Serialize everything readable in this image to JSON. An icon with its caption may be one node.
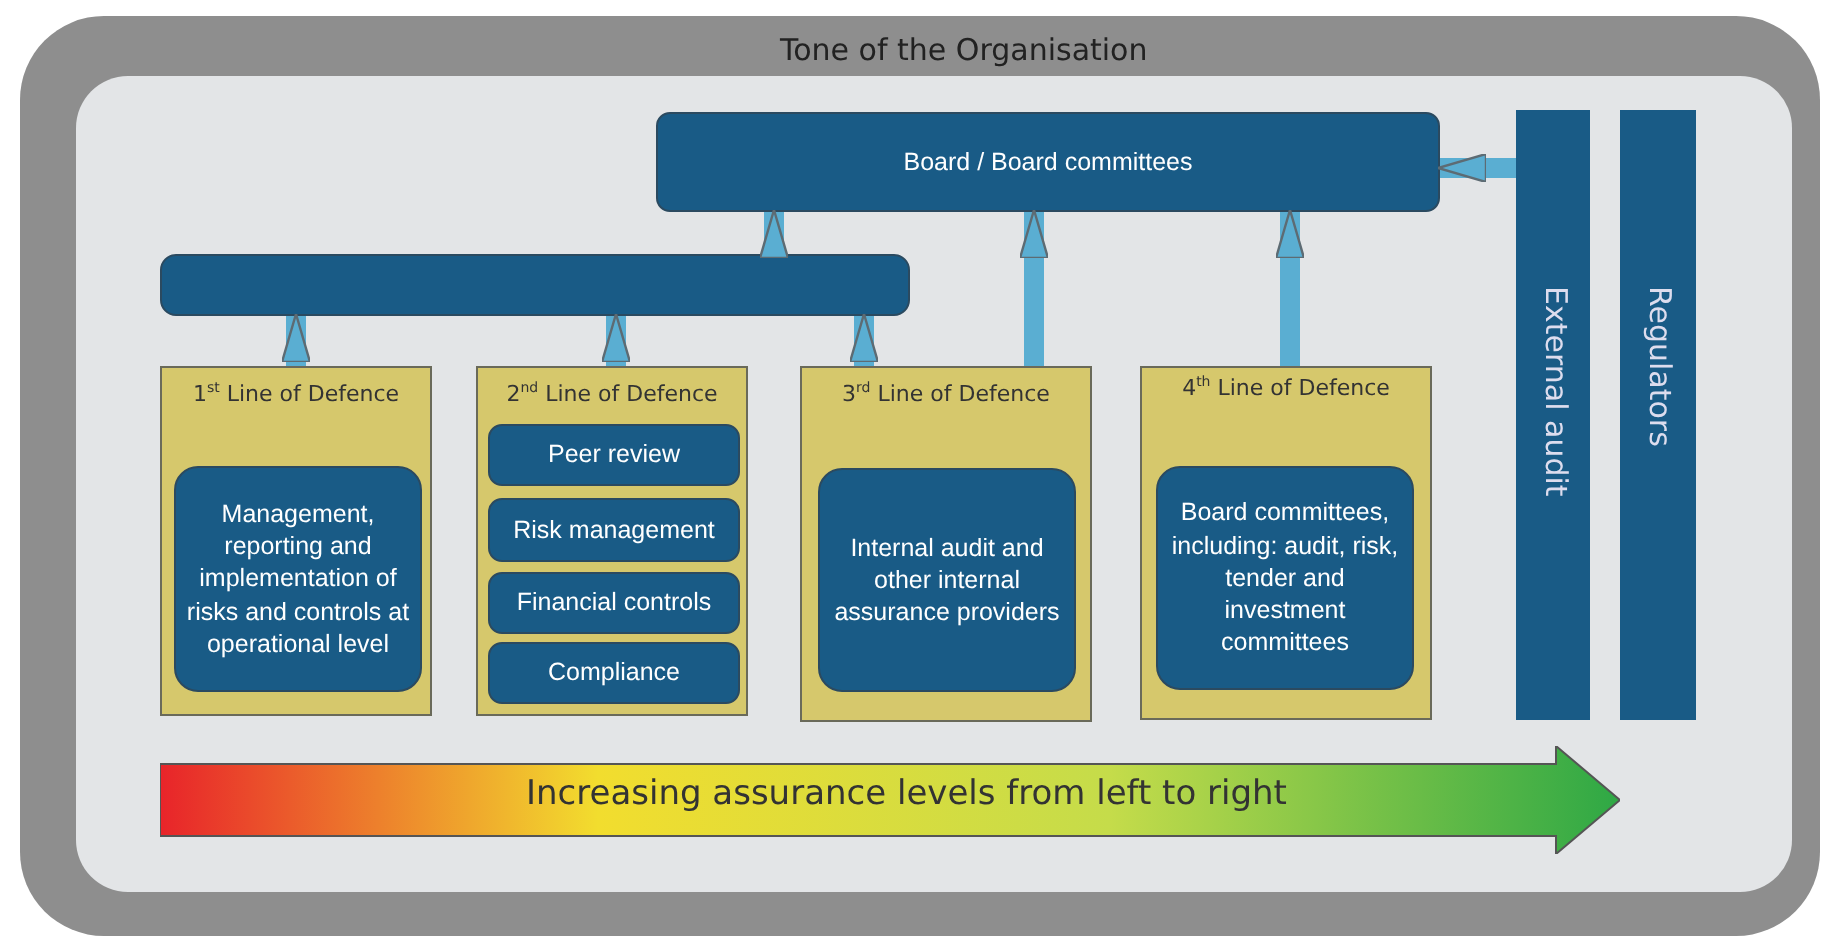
{
  "diagram": {
    "nodes": [
      {
        "text": [
          "Tone of the Organisation"
        ]
      },
      {
        "text": [
          "Board / Board committees"
        ],
        "in": 0
      },
      {
        "text": [],
        "shape": "bar",
        "in": 0
      },
      {
        "text": [
          "1$^{st}$ Line of Defence"
        ],
        "in": 0
      },
      {
        "text": [
          "Management, reporting and implementation of risks and controls at operational level"
        ],
        "in": 3
      },
      {
        "text": [
          "2$^{nd}$ Line of Defence"
        ],
        "in": 0
      },
      {
        "text": [
          "Peer review"
        ],
        "in": 5
      },
      {
        "text": [
          "Risk management"
        ],
        "in": 5
      },
      {
        "text": [
          "Financial controls"
        ],
        "in": 5
      },
      {
        "text": [
          "Compliance"
        ],
        "in": 5
      },
      {
        "text": [
          "3$^{rd}$ Line of Defence"
        ],
        "in": 0
      },
      {
        "text": [
          "Internal audit and other internal assurance providers"
        ],
        "in": 10
      },
      {
        "text": [
          "4$^{th}$ Line of Defence"
        ],
        "in": 0
      },
      {
        "text": [
          "Board committees, including: audit, risk, tender and investment committees"
        ],
        "in": 12
      },
      {
        "text": [
          "External audit"
        ],
        "in": 0
      },
      {
        "text": [
          "Regulators"
        ],
        "in": 0
      },
      {
        "text": [
          "Increasing assurance levels from left to right"
        ],
        "in": 0
      }
    ],
    "edges": [
      {
        "from": 3,
        "to": 2,
        "arrow": "to"
      },
      {
        "from": 5,
        "to": 2,
        "arrow": "to"
      },
      {
        "from": 10,
        "to": 2,
        "arrow": "to"
      },
      {
        "from": 2,
        "to": 1,
        "arrow": "to"
      },
      {
        "from": 10,
        "to": 1,
        "arrow": "to"
      },
      {
        "from": 12,
        "to": 1,
        "arrow": "to"
      },
      {
        "from": 14,
        "to": 1,
        "arrow": "to"
      }
    ]
  }
}
